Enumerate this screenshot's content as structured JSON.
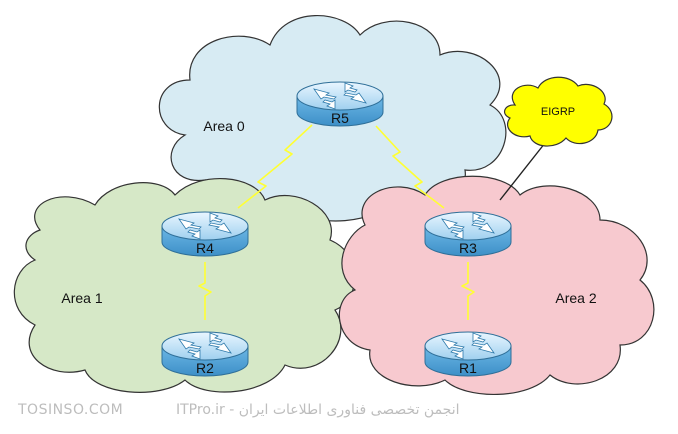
{
  "areas": [
    {
      "id": "area0",
      "label": "Area 0",
      "fill": "#d7ebf3"
    },
    {
      "id": "area1",
      "label": "Area 1",
      "fill": "#d6e8c7"
    },
    {
      "id": "area2",
      "label": "Area 2",
      "fill": "#f7c9cf"
    }
  ],
  "eigrp": {
    "label": "EIGRP",
    "fill": "#ffff00"
  },
  "routers": {
    "r5": "R5",
    "r4": "R4",
    "r3": "R3",
    "r2": "R2",
    "r1": "R1"
  },
  "router_color": "#5ea7d8",
  "link_color": "#ffff33",
  "watermark": {
    "left": "TOSINSO.COM",
    "right": "ITPro.ir - انجمن تخصصی فناوری اطلاعات ایران"
  }
}
